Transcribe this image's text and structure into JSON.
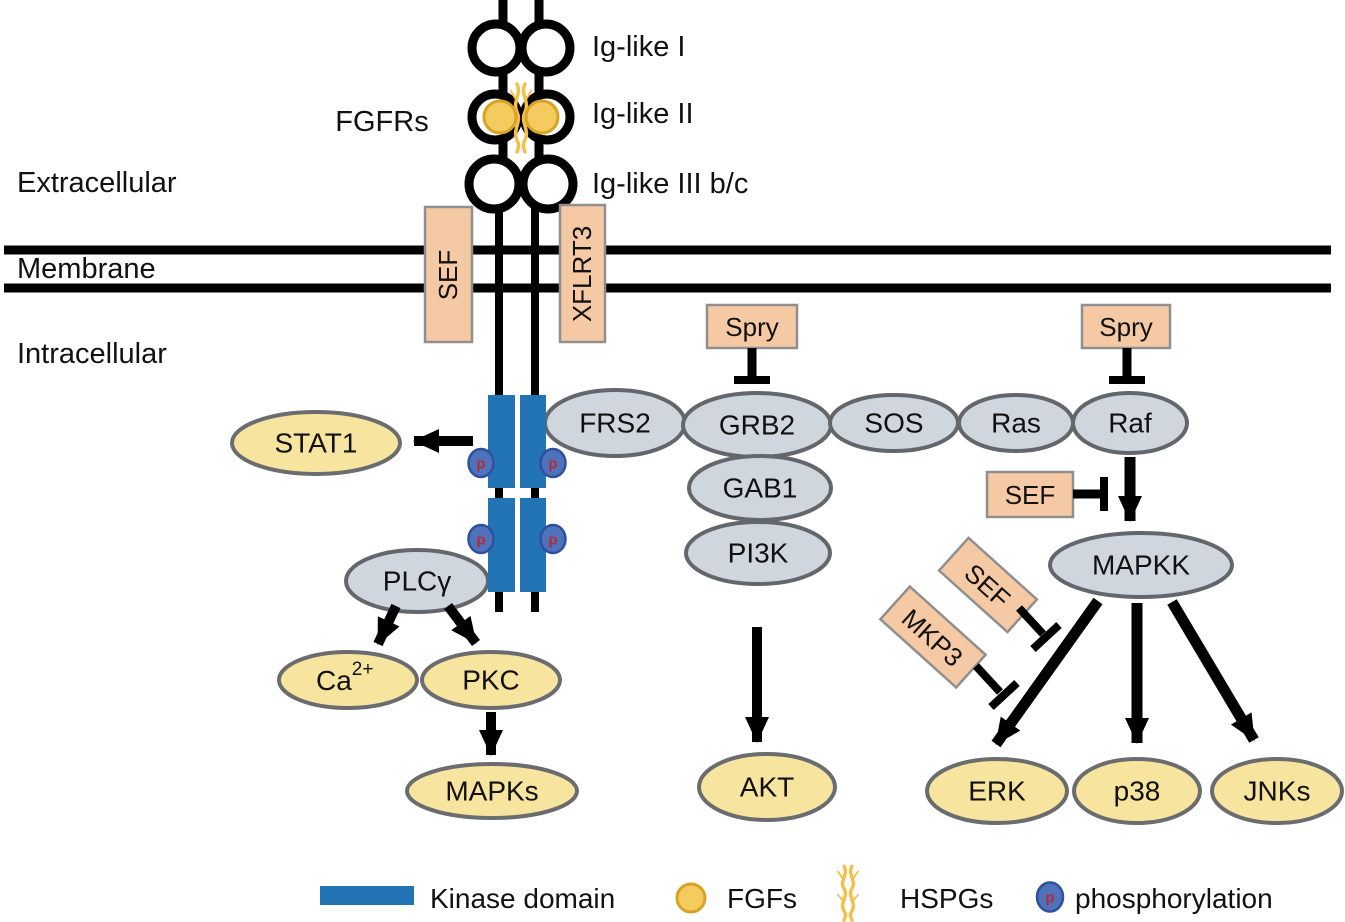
{
  "receptor": {
    "label": "FGFRs",
    "ig_domain_1": "Ig-like I",
    "ig_domain_2": "Ig-like II",
    "ig_domain_3": "Ig-like III b/c"
  },
  "regions": {
    "extracellular": "Extracellular",
    "membrane": "Membrane",
    "intracellular": "Intracellular"
  },
  "membrane_proteins": {
    "sef": "SEF",
    "xflrt3": "XFLRT3"
  },
  "regulators": {
    "spry_grb2": "Spry",
    "spry_raf": "Spry",
    "sef_raf": "SEF",
    "sef_mapkk": "SEF",
    "mkp3": "MKP3"
  },
  "signaling_nodes": {
    "stat1": "STAT1",
    "frs2": "FRS2",
    "grb2": "GRB2",
    "gab1": "GAB1",
    "pi3k": "PI3K",
    "sos": "SOS",
    "ras": "Ras",
    "raf": "Raf",
    "mapkk": "MAPKK",
    "plc_gamma": "PLCγ",
    "ca_base": "Ca",
    "ca_sup": "2+",
    "pkc": "PKC",
    "mapks": "MAPKs",
    "akt": "AKT",
    "erk": "ERK",
    "p38": "p38",
    "jnks": "JNKs"
  },
  "phosphorylation_symbol": "p",
  "legend": {
    "kinase_domain": "Kinase domain",
    "fgfs": "FGFs",
    "hspgs": "HSPGs",
    "phosphorylation": "phosphorylation"
  },
  "colors": {
    "kinase_blue": "#2274B5",
    "node_gray": "#CFD6DD",
    "node_yellow": "#F7E49E",
    "box_salmon": "#F5C9A4",
    "fgf_yellow": "#F3CB5E",
    "fgf_border": "#D8A425",
    "hspg_gold": "#F2C14B",
    "phospho_fill": "#4E73BB",
    "phospho_border": "#2F4FA0",
    "phospho_letter": "#B62A35",
    "outline_gray": "#63666B",
    "black": "#000000"
  }
}
